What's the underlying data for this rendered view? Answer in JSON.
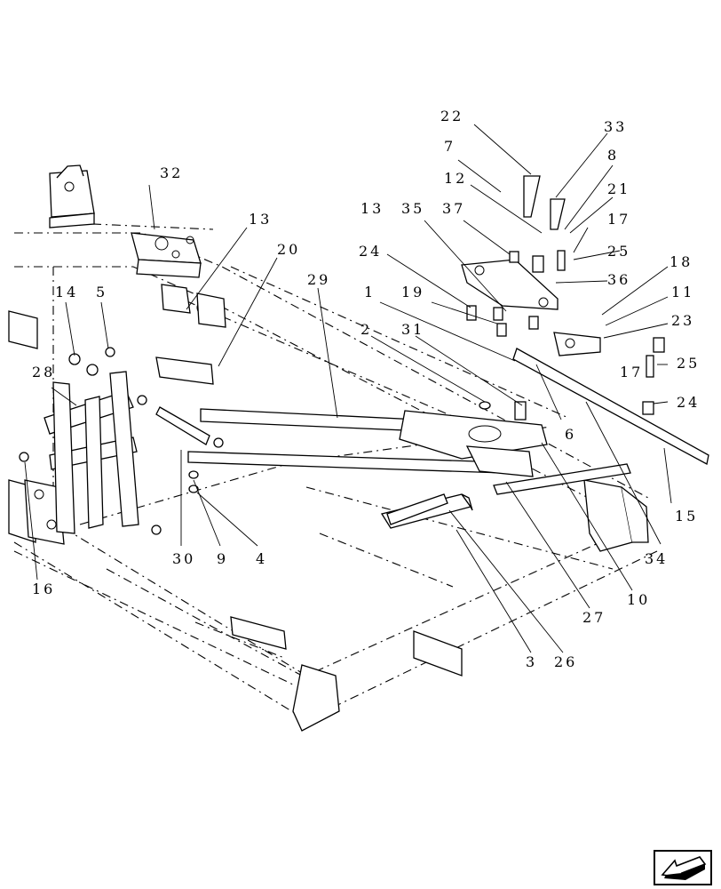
{
  "callouts": {
    "c22": "22",
    "c33": "33",
    "c7": "7",
    "c8": "8",
    "c12": "12",
    "c21": "21",
    "c32": "32",
    "c13a": "13",
    "c35": "35",
    "c37": "37",
    "c17a": "17",
    "c24a": "24",
    "c25a": "25",
    "c20": "20",
    "c18": "18",
    "c29": "29",
    "c36": "36",
    "c14": "14",
    "c5": "5",
    "c1": "1",
    "c19": "19",
    "c11": "11",
    "c23": "23",
    "c2": "2",
    "c31": "31",
    "c28": "28",
    "c17b": "17",
    "c25b": "25",
    "c24b": "24",
    "c6": "6",
    "c15": "15",
    "c30": "30",
    "c9": "9",
    "c4": "4",
    "c34": "34",
    "c16": "16",
    "c10": "10",
    "c27": "27",
    "c3": "3",
    "c26": "26",
    "c13b": "13"
  },
  "nav": {
    "icon": "previous-page-arrow-icon"
  }
}
